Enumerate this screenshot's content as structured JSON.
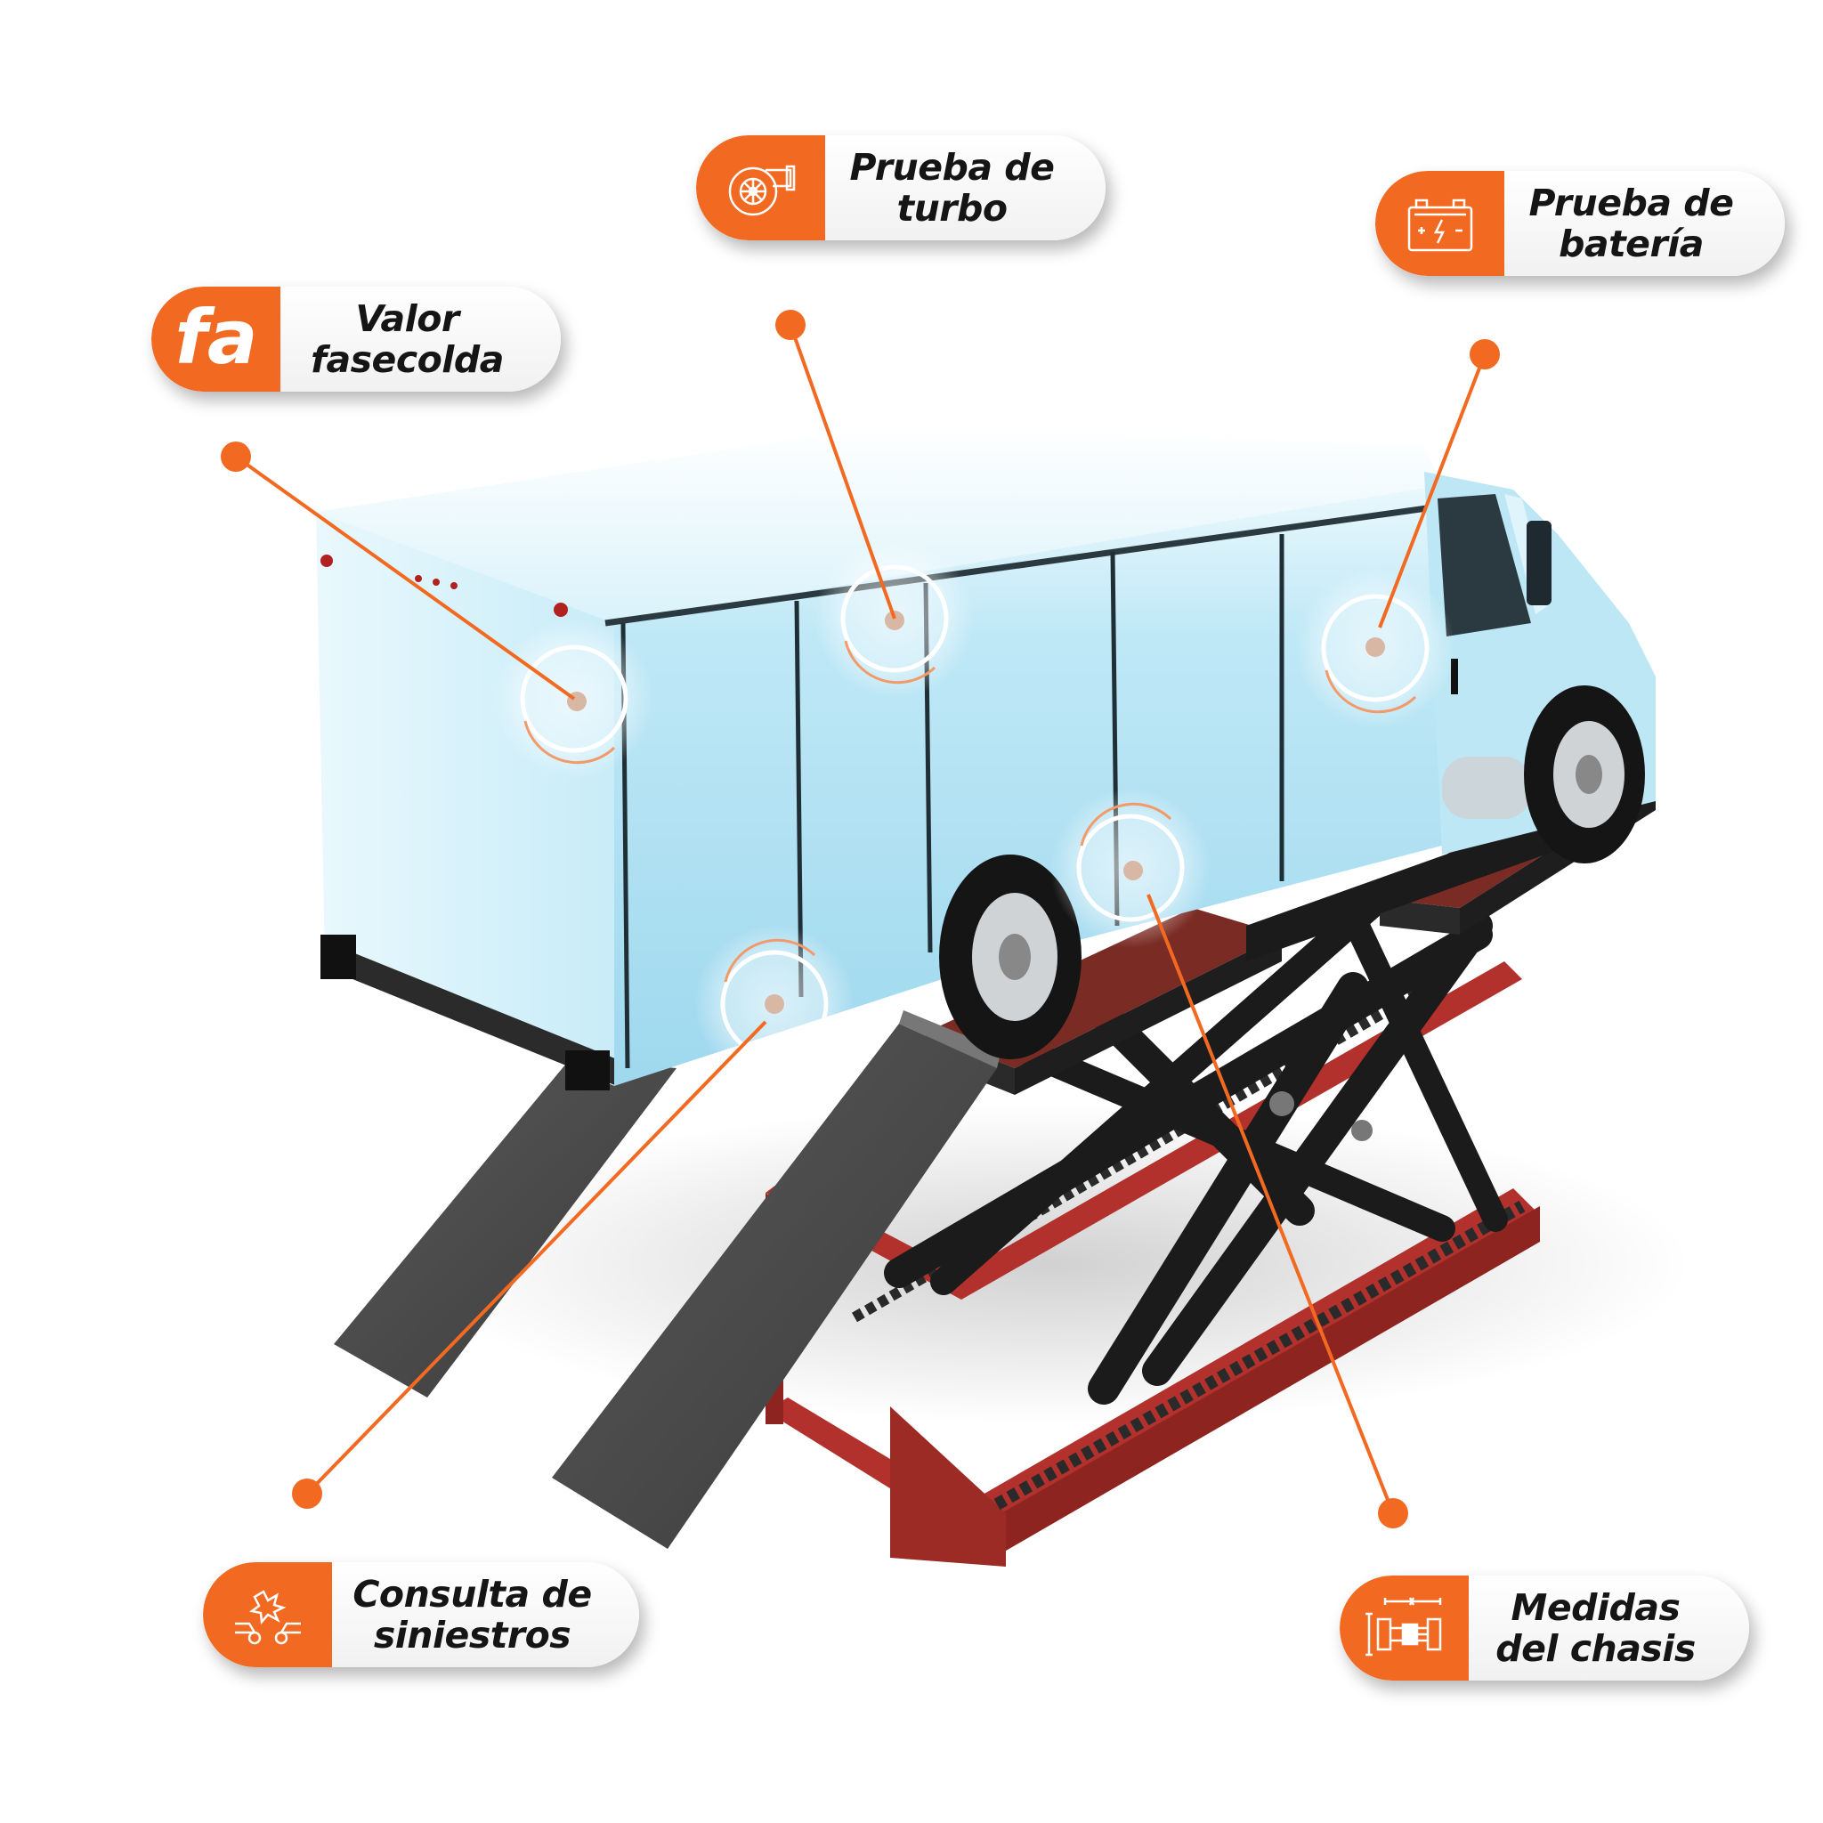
{
  "colors": {
    "accent": "#f26a21",
    "truck_body": "#b6e4f4",
    "lift_frame": "#b3312c",
    "lift_dark": "#1b1b1b",
    "ramp": "#4a4a4a"
  },
  "labels": {
    "valor_fasecolda": {
      "icon": "fasecolda-logo-icon",
      "line1": "Valor",
      "line2": "fasecolda",
      "logo_text": "fa"
    },
    "prueba_turbo": {
      "icon": "turbo-icon",
      "line1": "Prueba de",
      "line2": "turbo"
    },
    "prueba_bateria": {
      "icon": "battery-icon",
      "line1": "Prueba de",
      "line2": "batería"
    },
    "consulta_siniestros": {
      "icon": "car-crash-icon",
      "line1": "Consulta de",
      "line2": "siniestros"
    },
    "medidas_chasis": {
      "icon": "chassis-measure-icon",
      "line1": "Medidas",
      "line2": "del chasis"
    }
  }
}
